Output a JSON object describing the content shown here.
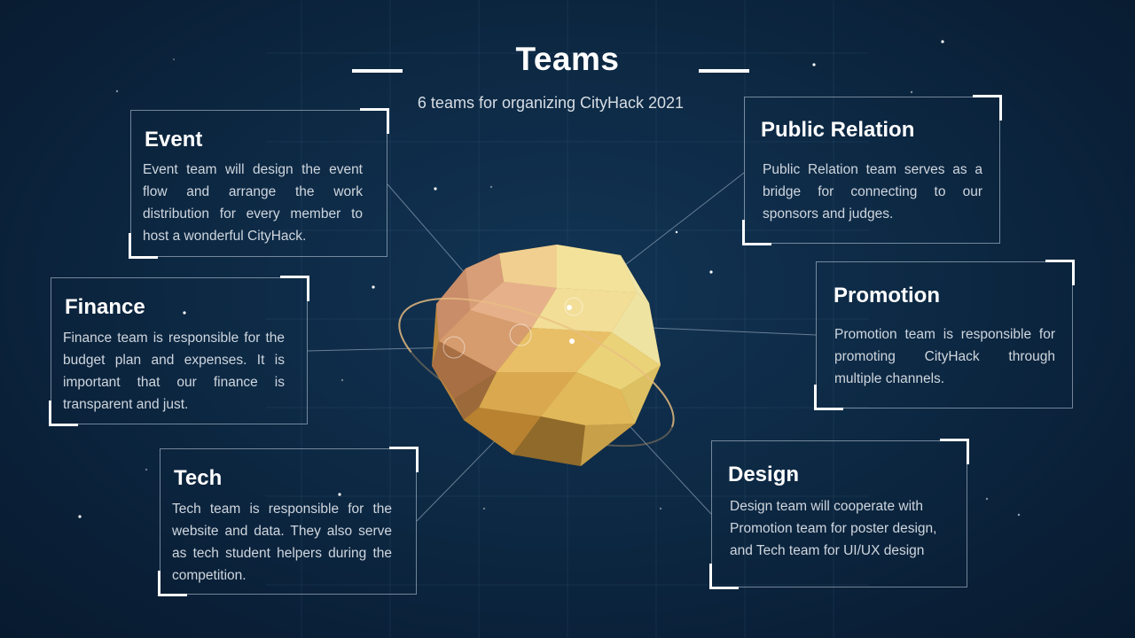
{
  "header": {
    "title": "Teams",
    "subtitle": "6 teams for organizing CityHack 2021"
  },
  "teams": {
    "event": {
      "name": "Event",
      "description": "Event team will design the event flow and arrange the work distribution for every member to host a wonderful CityHack."
    },
    "finance": {
      "name": "Finance",
      "description": "Finance team is responsible for the budget plan and expenses. It is important that our finance is transparent and just."
    },
    "tech": {
      "name": "Tech",
      "description": "Tech team is responsible for the website and data. They also serve as tech student helpers during the competition."
    },
    "public_relation": {
      "name": "Public Relation",
      "description": "Public Relation team serves as a bridge for connecting to our sponsors and judges."
    },
    "promotion": {
      "name": "Promotion",
      "description": "Promotion team is responsible for promoting CityHack through multiple channels."
    },
    "design": {
      "name": "Design",
      "description": "Design team will cooperate with Promotion team for poster design, and Tech team for UI/UX design"
    }
  },
  "colors": {
    "background": "#0d2944",
    "text_primary": "#ffffff",
    "text_secondary": "#cfd6de",
    "planet_gold": "#e3b45a"
  }
}
